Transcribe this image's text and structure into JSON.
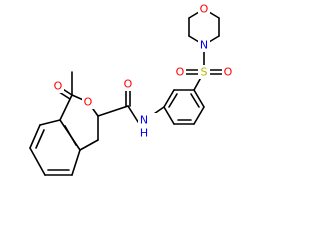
{
  "molecule": {
    "atoms": {
      "o_morph": "O",
      "n_morph": "N",
      "s_sulfonyl": "S",
      "o_sulf_left": "O",
      "o_sulf_right": "O",
      "o_lactone_carbonyl": "O",
      "o_ring": "O",
      "o_amide": "O",
      "n_amide": "N",
      "h_amide": "H"
    },
    "colors": {
      "bond": "#000000",
      "oxygen": "#ff0000",
      "nitrogen": "#0000ff",
      "sulfur": "#b8b800"
    }
  }
}
